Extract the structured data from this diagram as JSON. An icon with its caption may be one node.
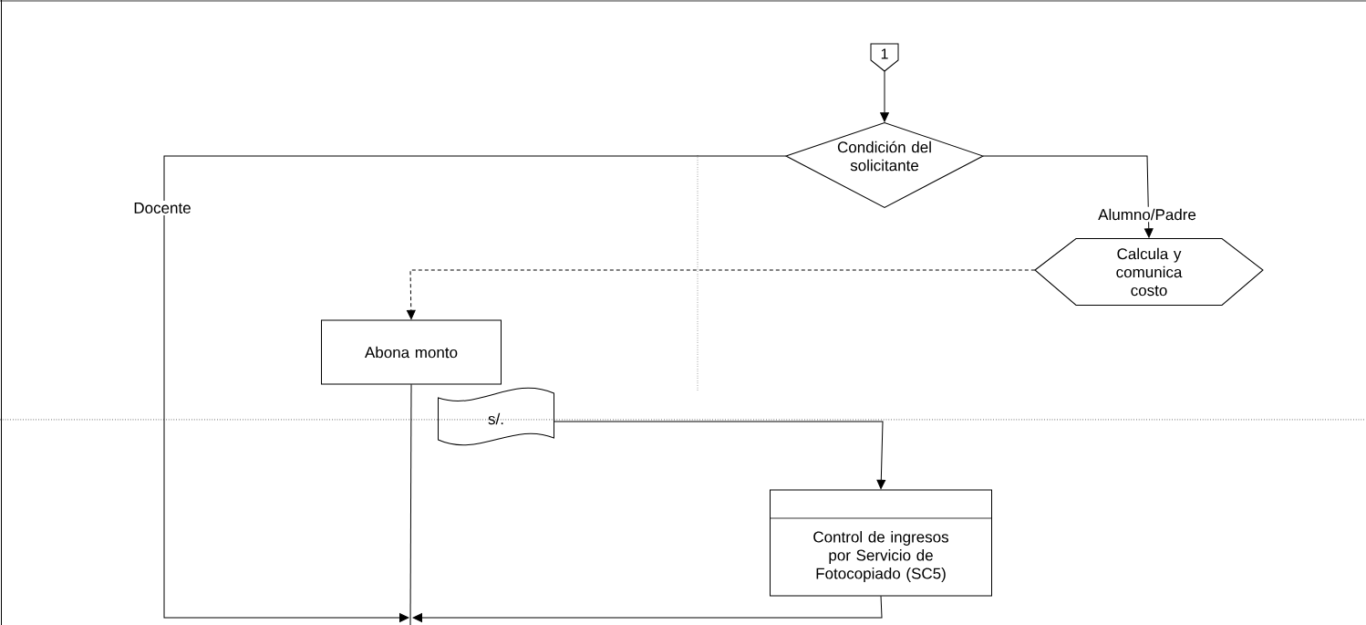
{
  "diagram": {
    "nodes": [
      {
        "text": [
          "1"
        ]
      },
      {
        "text": [
          "Condición del solicitante"
        ]
      },
      {
        "text": [
          "Calcula y comunica costo"
        ]
      },
      {
        "text": [
          "Abona monto"
        ]
      },
      {
        "text": [
          "s/."
        ]
      },
      {
        "text": [
          "Control de ingresos por Servicio de Fotocopiado (SC5)"
        ]
      }
    ],
    "edges": [
      {
        "from": 0,
        "to": 1,
        "arrow": "to"
      },
      {
        "from": 1,
        "to": 2,
        "arrow": "to",
        "label": "Alumno/Padre"
      },
      {
        "from": 2,
        "to": 3,
        "arrow": "to",
        "style": "dashed"
      },
      {
        "from": 4,
        "to": 5,
        "arrow": "to"
      },
      {
        "from": 1,
        "to": null,
        "arrow": "to",
        "label": "Docente"
      },
      {
        "from": 5,
        "to": null,
        "arrow": "to"
      },
      {
        "from": 3,
        "to": null,
        "arrow": "none"
      }
    ]
  }
}
